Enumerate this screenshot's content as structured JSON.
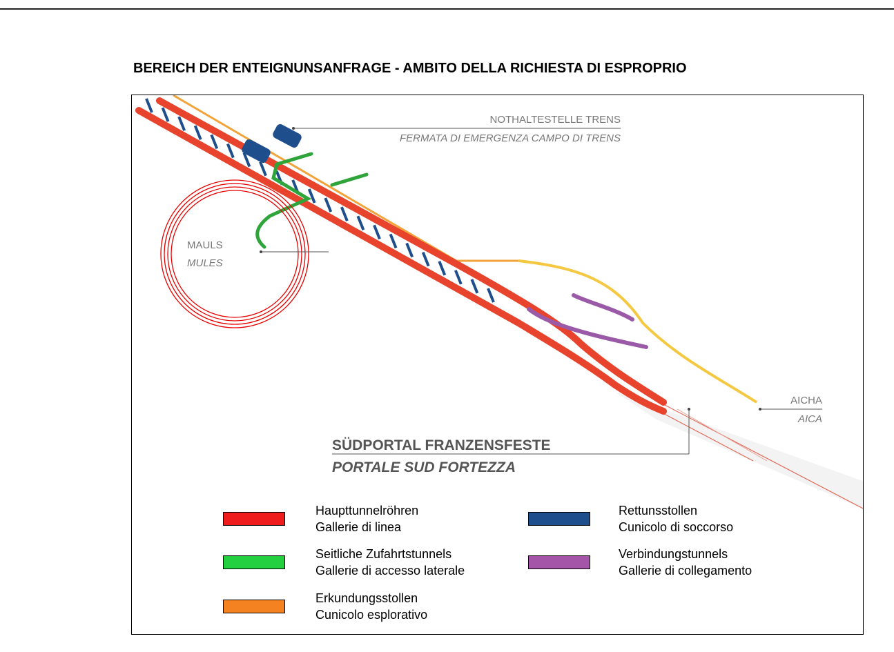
{
  "title": "BEREICH DER ENTEIGNUNSANFRAGE - AMBITO DELLA RICHIESTA DI ESPROPRIO",
  "labels": {
    "trens_de": "NOTHALTESTELLE TRENS",
    "trens_it": "FERMATA DI EMERGENZA CAMPO DI TRENS",
    "mauls_de": "MAULS",
    "mauls_it": "MULES",
    "aicha_de": "AICHA",
    "aicha_it": "AICA",
    "portal_de": "SÜDPORTAL FRANZENSFESTE",
    "portal_it": "PORTALE SUD FORTEZZA"
  },
  "colors": {
    "main_tunnel": "#e8432c",
    "main_tunnel_dark": "#b82a1a",
    "exploratory": "#f2a33a",
    "rescue": "#1f4e8c",
    "access": "#2ea43a",
    "connection": "#9a5aa8",
    "yellow_line": "#f5c842",
    "highlight_circle": "#e60000"
  },
  "legend": [
    {
      "color": "#ee1c1c",
      "de": "Haupttunnelröhren",
      "it": "Gallerie di linea"
    },
    {
      "color": "#22d040",
      "de": "Seitliche Zufahrtstunnels",
      "it": "Gallerie di accesso laterale"
    },
    {
      "color": "#f58220",
      "de": "Erkundungsstollen",
      "it": "Cunicolo esplorativo"
    },
    {
      "color": "#1f4e8c",
      "de": "Rettunsstollen",
      "it": "Cunicolo di soccorso"
    },
    {
      "color": "#a555a8",
      "de": "Verbindungstunnels",
      "it": "Gallerie di collegamento"
    }
  ]
}
